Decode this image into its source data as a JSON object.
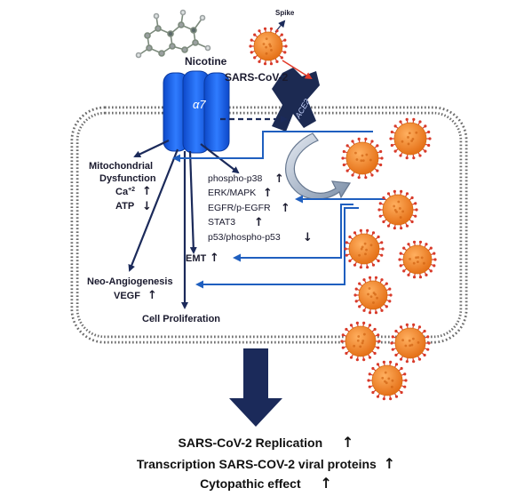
{
  "labels": {
    "nicotine": "Nicotine",
    "alpha7": "α7",
    "spike": "Spike",
    "sars": "SARS-CoV-2",
    "ace2": "ACE2",
    "mito1": "Mitochondrial",
    "mito2": "Dysfunction",
    "ca": "Ca",
    "ca_sup": "+2",
    "atp": "ATP",
    "neo": "Neo-Angiogenesis",
    "vegf": "VEGF",
    "prolif": "Cell Proliferation",
    "emt": "EMT",
    "p38": "phospho-p38",
    "erk": "ERK/MAPK",
    "egfr": "EGFR/p-EGFR",
    "stat3": "STAT3",
    "p53": "p53/phospho-p53"
  },
  "bottom": {
    "line1": "SARS-CoV-2 Replication",
    "line2": "Transcription SARS-COV-2 viral proteins",
    "line3": "Cytopathic effect"
  },
  "arrows": {
    "up": "↑",
    "down": "↓"
  },
  "colors": {
    "navy": "#1b2a5a",
    "blue": "#1f5fbf",
    "receptor": "#1e63e6",
    "ace2": "#1c2a52",
    "virus": "#f07c1e",
    "spikes": "#d83a2a",
    "red_arrow": "#e23b2a"
  }
}
